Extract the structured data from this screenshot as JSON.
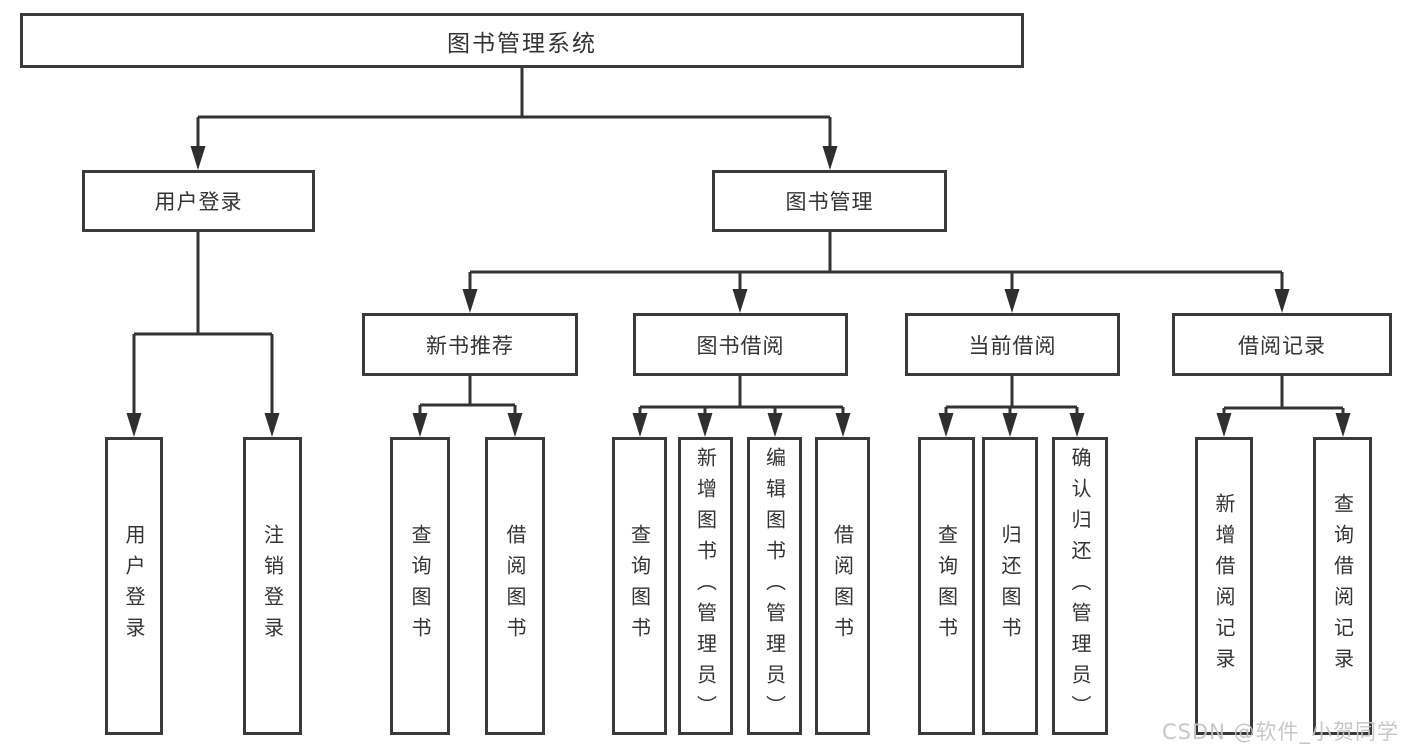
{
  "diagram": {
    "root": {
      "label": "图书管理系统"
    },
    "level2": [
      {
        "label": "用户登录"
      },
      {
        "label": "图书管理"
      }
    ],
    "level3": [
      {
        "label": "新书推荐",
        "parent": "图书管理"
      },
      {
        "label": "图书借阅",
        "parent": "图书管理"
      },
      {
        "label": "当前借阅",
        "parent": "图书管理"
      },
      {
        "label": "借阅记录",
        "parent": "图书管理"
      }
    ],
    "leaves": [
      {
        "label": "用户登录",
        "parent": "用户登录"
      },
      {
        "label": "注销登录",
        "parent": "用户登录"
      },
      {
        "label": "查询图书",
        "parent": "新书推荐"
      },
      {
        "label": "借阅图书",
        "parent": "新书推荐"
      },
      {
        "label": "查询图书",
        "parent": "图书借阅"
      },
      {
        "label": "新增图书（管理员）",
        "parent": "图书借阅"
      },
      {
        "label": "编辑图书（管理员）",
        "parent": "图书借阅"
      },
      {
        "label": "借阅图书",
        "parent": "图书借阅"
      },
      {
        "label": "查询图书",
        "parent": "当前借阅"
      },
      {
        "label": "归还图书",
        "parent": "当前借阅"
      },
      {
        "label": "确认归还（管理员）",
        "parent": "当前借阅"
      },
      {
        "label": "新增借阅记录",
        "parent": "借阅记录"
      },
      {
        "label": "查询借阅记录",
        "parent": "借阅记录"
      }
    ]
  },
  "watermark": {
    "text": "CSDN @软件_小贺同学"
  },
  "colors": {
    "line": "#333333",
    "box_border": "#3a3a3a",
    "box_fill": "#ffffff",
    "text": "#333333",
    "watermark": "#c4c4c4"
  }
}
